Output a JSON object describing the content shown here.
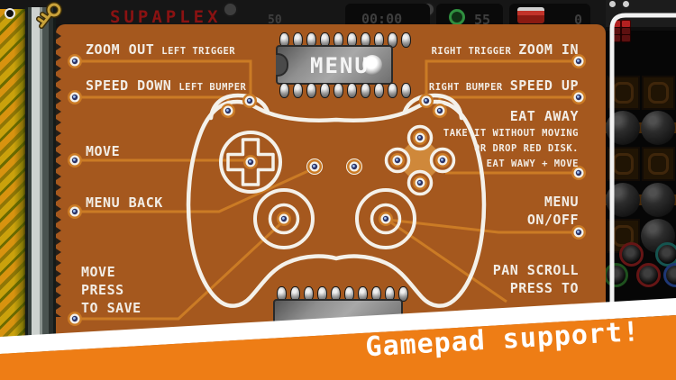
{
  "hud": {
    "title": "SUPAPLEX",
    "timer": "00:00",
    "level": "50",
    "counter_a": "55",
    "counter_b": "0"
  },
  "chip": {
    "label": "MENU"
  },
  "labels": {
    "zoom_out": {
      "big": "ZOOM OUT",
      "small": "LEFT TRIGGER"
    },
    "speed_down": {
      "big": "SPEED DOWN",
      "small": "LEFT BUMPER"
    },
    "move": {
      "big": "MOVE"
    },
    "menu_back": {
      "big": "MENU BACK"
    },
    "move_save": {
      "lines": [
        "MOVE",
        "PRESS",
        "TO SAVE"
      ]
    },
    "zoom_in": {
      "small": "RIGHT TRIGGER",
      "big": "ZOOM IN"
    },
    "speed_up": {
      "small": "RIGHT BUMPER",
      "big": "SPEED UP"
    },
    "eat_away": {
      "big": "EAT AWAY",
      "line1": "TAKE IT WITHOUT MOVING",
      "line2": "OR DROP RED DISK.",
      "line3": "EAT WAWY + MOVE"
    },
    "menu_onoff": {
      "line1": "MENU",
      "line2": "ON/OFF"
    },
    "pan_scroll": {
      "line1": "PAN SCROLL",
      "line2": "PRESS TO"
    }
  },
  "banner": {
    "text": "Gamepad support!"
  },
  "colors": {
    "panel_orange": "#a5581e",
    "trace_orange": "#cb7b25",
    "diamond_orange": "#cf883a",
    "banner_orange": "#ee7d15",
    "tile_yellow": "#d8930f",
    "hud_red": "#8a1212",
    "node_navy": "#2e3566",
    "white": "#f2ede6"
  }
}
